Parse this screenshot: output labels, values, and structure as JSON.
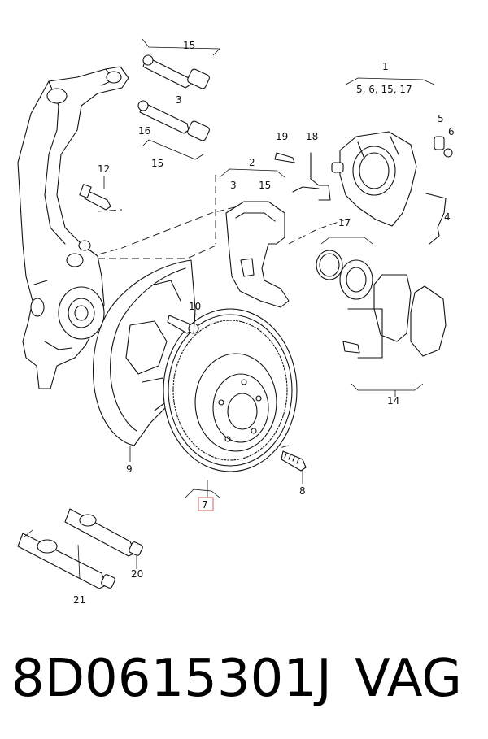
{
  "callouts": {
    "c1": "1",
    "c1_sub": "5, 6, 15, 17",
    "c2": "2",
    "c2_sub_a": "3",
    "c2_sub_b": "15",
    "c3": "3",
    "c4": "4",
    "c5": "5",
    "c6": "6",
    "c7": "7",
    "c8": "8",
    "c9": "9",
    "c10": "10",
    "c12": "12",
    "c14": "14",
    "c15_top": "15",
    "c15_bottom": "15",
    "c16": "16",
    "c17": "17",
    "c18": "18",
    "c19": "19",
    "c20": "20",
    "c21": "21"
  },
  "footer": {
    "part_number": "8D0615301J",
    "brand": "VAG"
  },
  "colors": {
    "line": "#111111",
    "highlight": "#e07a7a"
  }
}
